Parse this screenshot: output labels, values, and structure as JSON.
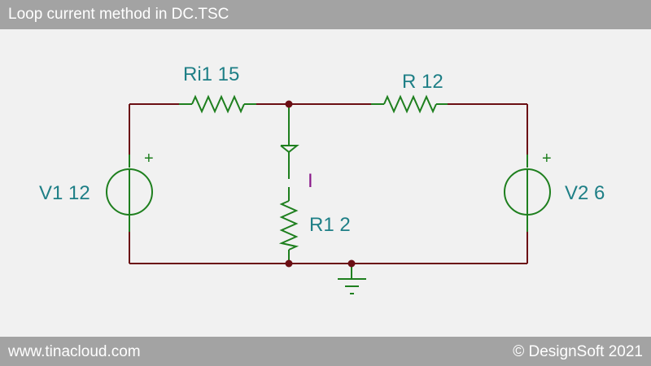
{
  "header": {
    "title": "Loop current method in DC.TSC"
  },
  "footer": {
    "website": "www.tinacloud.com",
    "copyright": "© DesignSoft 2021"
  },
  "circuit": {
    "labels": {
      "ri1": "Ri1 15",
      "r": "R 12",
      "r1": "R1 2",
      "v1": "V1 12",
      "v2": "V2 6",
      "current": "I",
      "v1_plus": "+",
      "v2_plus": "+"
    }
  },
  "colors": {
    "wire": "#6b0f14",
    "component": "#1e7f1e",
    "label": "#1e7f86",
    "current_label": "#8b1a8b",
    "bar": "#a3a3a3"
  }
}
